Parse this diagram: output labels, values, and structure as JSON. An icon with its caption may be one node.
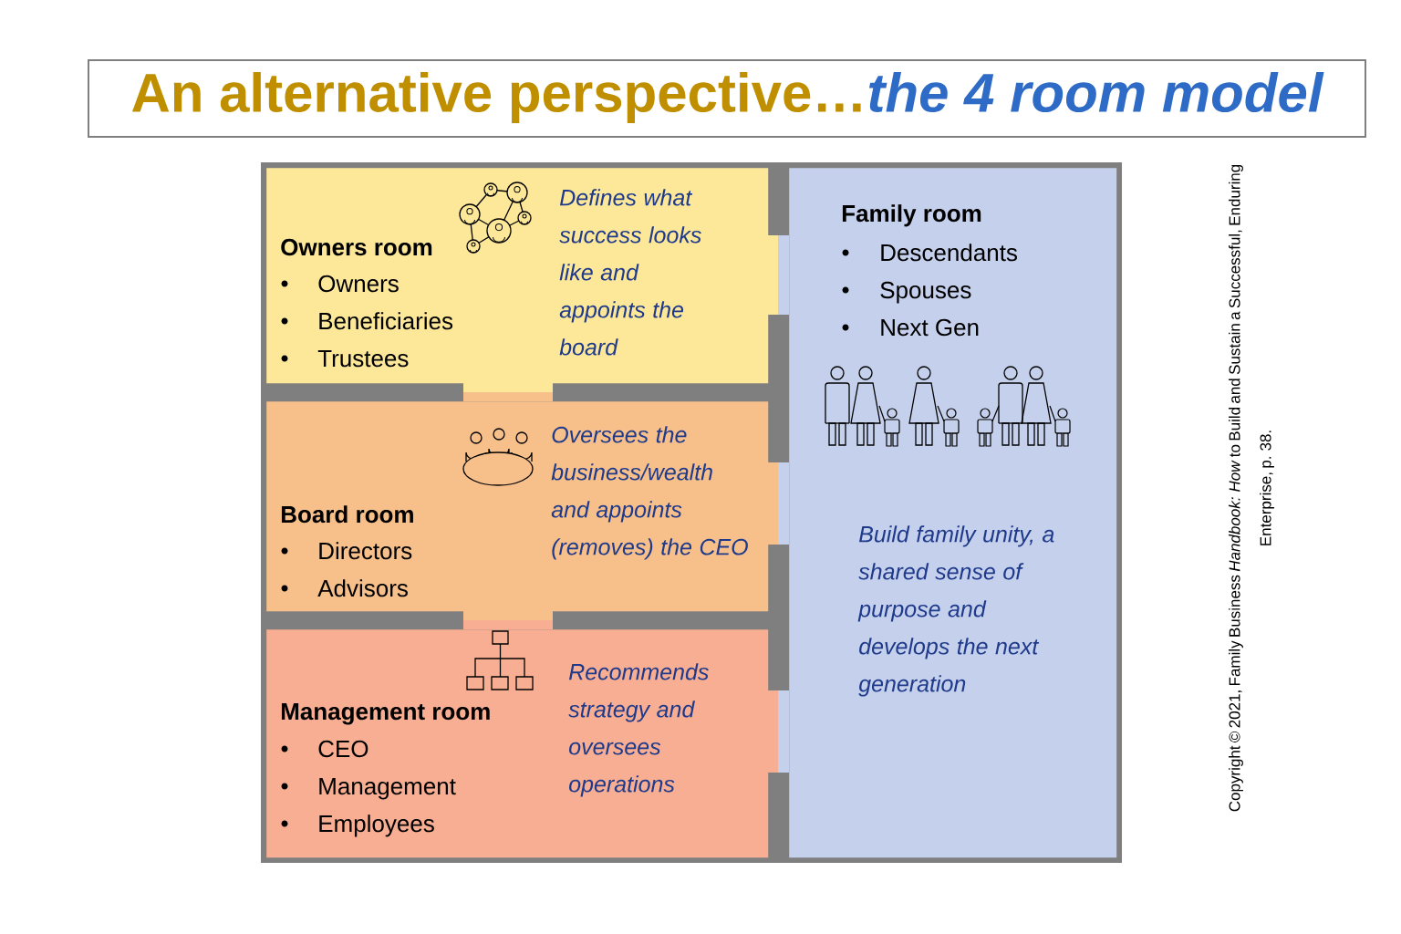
{
  "diagram": {
    "title": "An alternative perspective…*the 4 room model*",
    "nodes": [
      {
        "text": [
          "Owners room",
          "Owners",
          "Beneficiaries",
          "Trustees",
          "Defines what success looks like and appoints the board"
        ]
      },
      {
        "text": [
          "Board room",
          "Directors",
          "Advisors",
          "Oversees the business/wealth and appoints (removes) the CEO"
        ]
      },
      {
        "text": [
          "Management room",
          "CEO",
          "Management",
          "Employees",
          "Recommends strategy and oversees operations"
        ]
      },
      {
        "text": [
          "Family room",
          "Descendants",
          "Spouses",
          "Next Gen",
          "Build family unity, a shared sense of purpose and develops the next generation"
        ]
      }
    ],
    "labels": [
      "Copyright © 2021, Family Business *Handbook: How* to Build and Sustain a Successful, Enduring Enterprise, p. 38."
    ]
  }
}
